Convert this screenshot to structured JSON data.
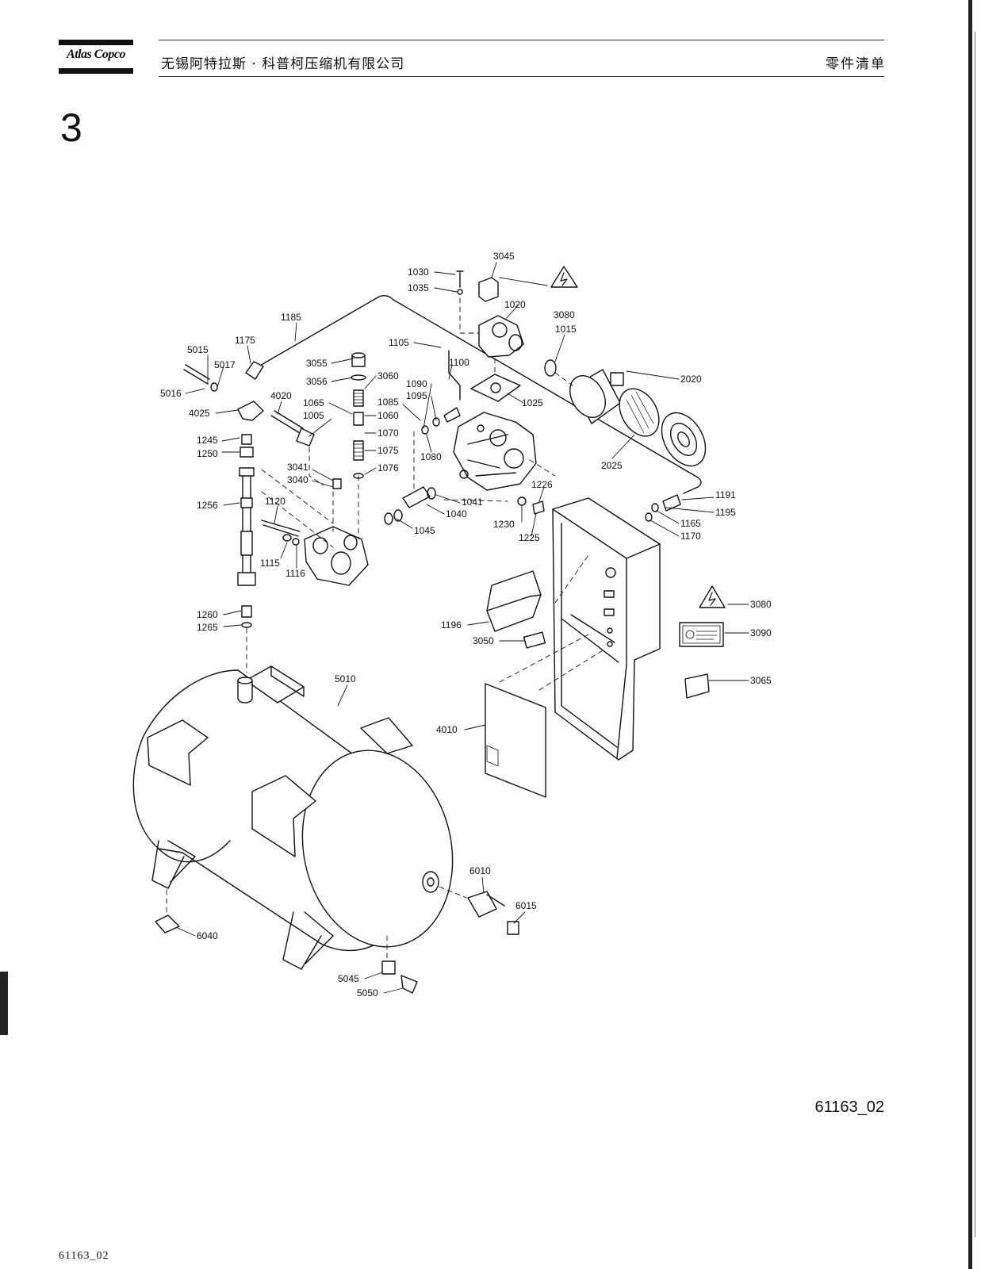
{
  "header": {
    "brand": "Atlas Copco",
    "company": "无锡阿特拉斯 · 科普柯压缩机有限公司",
    "doc_title": "零件清单"
  },
  "section_number": "3",
  "drawing_ref": "61163_02",
  "footer_ref": "61163_02",
  "part_labels": {
    "p1030": "1030",
    "p1035": "1035",
    "p3045": "3045",
    "p1020": "1020",
    "p3080a": "3080",
    "p1015": "1015",
    "p1185": "1185",
    "p1175": "1175",
    "p5015": "5015",
    "p5017": "5017",
    "p5016": "5016",
    "p4025": "4025",
    "p4020": "4020",
    "p1065": "1065",
    "p1005": "1005",
    "p3055a": "3055",
    "p3056": "3056",
    "p3060": "3060",
    "p1060": "1060",
    "p1070": "1070",
    "p1075": "1075",
    "p1076": "1076",
    "p1105": "1105",
    "p1100": "1100",
    "p1090": "1090",
    "p1095": "1095",
    "p1085": "1085",
    "p1080": "1080",
    "p1025": "1025",
    "p2020": "2020",
    "p2025": "2025",
    "p1245": "1245",
    "p1250": "1250",
    "p3041": "3041",
    "p3040": "3040",
    "p1256": "1256",
    "p1120": "1120",
    "p1115": "1115",
    "p1116": "1116",
    "p1045": "1045",
    "p1040": "1040",
    "p1041": "1041",
    "p1226": "1226",
    "p1230": "1230",
    "p1225": "1225",
    "p1191": "1191",
    "p1195": "1195",
    "p1165": "1165",
    "p1170": "1170",
    "p1260": "1260",
    "p1265": "1265",
    "p1196": "1196",
    "p3050": "3050",
    "p3080b": "3080",
    "p3090": "3090",
    "p3065": "3065",
    "p5010": "5010",
    "p4010": "4010",
    "p6010": "6010",
    "p6015": "6015",
    "p6040": "6040",
    "p5045": "5045",
    "p5050": "5050"
  }
}
